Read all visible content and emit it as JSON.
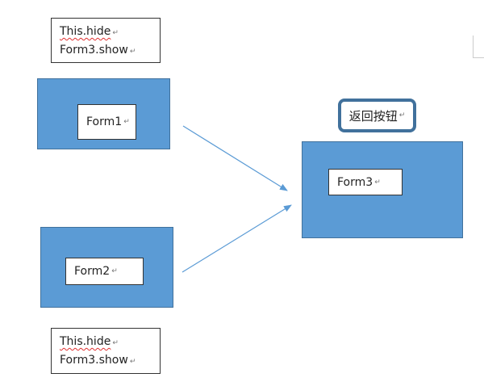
{
  "top_note": {
    "line1": "This.hide",
    "line2": "Form3.show"
  },
  "bottom_note": {
    "line1": "This.hide",
    "line2": "Form3.show"
  },
  "form1": {
    "label": "Form1"
  },
  "form2": {
    "label": "Form2"
  },
  "form3": {
    "label": "Form3"
  },
  "back_button": {
    "label": "返回按钮"
  },
  "paragraph_mark": "↵",
  "colors": {
    "form_fill": "#5b9bd5",
    "form_border": "#41719c",
    "arrow": "#5b9bd5",
    "spellcheck": "#e03030"
  }
}
